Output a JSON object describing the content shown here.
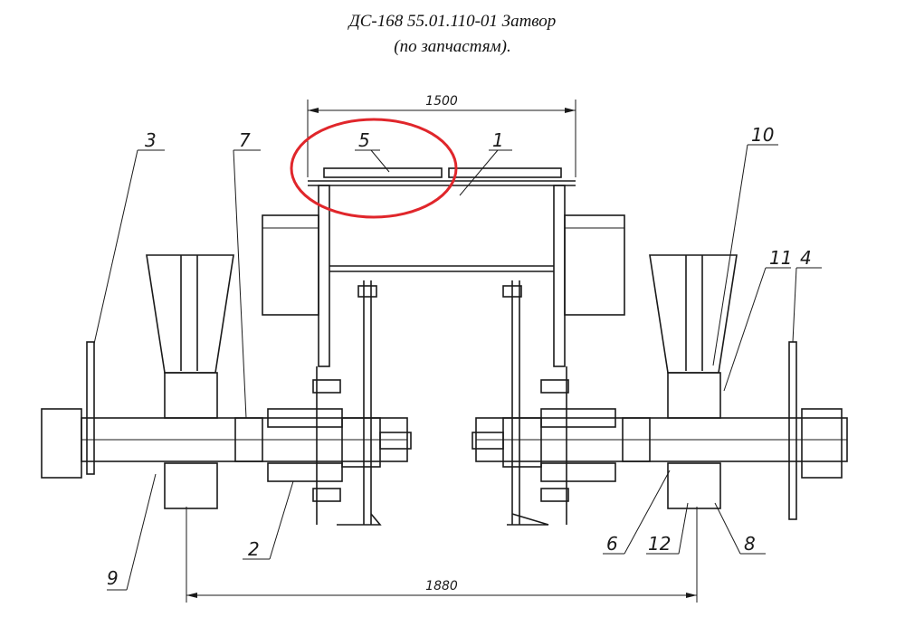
{
  "title": {
    "line1": "ДС-168 55.01.110-01 Затвор",
    "line2": "(по запчастям)."
  },
  "dimensions": {
    "top": "1500",
    "bottom": "1880"
  },
  "labels": {
    "l1": "1",
    "l2": "2",
    "l3": "3",
    "l4": "4",
    "l5": "5",
    "l6": "6",
    "l7": "7",
    "l8": "8",
    "l9": "9",
    "l10": "10",
    "l11": "11",
    "l12": "12"
  },
  "highlight_color": "#e0262b"
}
